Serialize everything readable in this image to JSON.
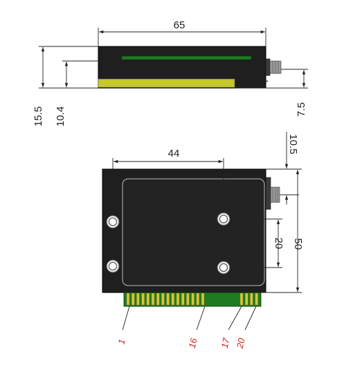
{
  "dimensions": {
    "width_top": "65",
    "height_total": "15.5",
    "height_pcb": "10.4",
    "connector_height": "7.5",
    "connector_offset": "10.5",
    "hole_spacing_x": "44",
    "hole_spacing_y": "20",
    "height_front": "50"
  },
  "pins": {
    "pin_1": "1",
    "pin_16": "16",
    "pin_17": "17",
    "pin_20": "20"
  },
  "colors": {
    "body": "#1f1f1f",
    "pcb_green": "#1f7a22",
    "pcb_yellow": "#c7c82b",
    "pin_gold": "#d4c43a",
    "pin_label": "#d81e1e"
  }
}
